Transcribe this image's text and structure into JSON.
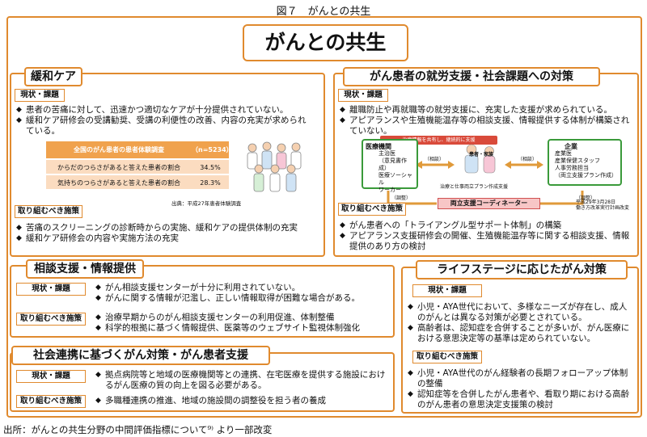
{
  "figure_caption": "図７　がんとの共生",
  "main_title": "がんとの共生",
  "tags": {
    "current": "現状・課題",
    "measures": "取り組むべき施策"
  },
  "palliative": {
    "title": "緩和ケア",
    "current": [
      "患者の苦痛に対して、迅速かつ適切なケアが十分提供されていない。",
      "緩和ケア研修会の受講勧奨、受講の利便性の改善、内容の充実が求められている。"
    ],
    "survey": {
      "header": "全国のがん患者の患者体験調査",
      "n": "（n=5234）",
      "rows": [
        {
          "label": "からだのつらさがあると答えた患者の割合",
          "value": "34.5%"
        },
        {
          "label": "気持ちのつらさがあると答えた患者の割合",
          "value": "28.3%"
        }
      ],
      "source": "出典：平成27年患者体験調査"
    },
    "measures": [
      "苦痛のスクリーニングの診断時からの実施、緩和ケアの提供体制の充実",
      "緩和ケア研修会の内容や実施方法の充実"
    ]
  },
  "employment": {
    "title": "がん患者の就労支援・社会課題への対策",
    "current": [
      "離職防止や再就職等の就労支援に、充実した支援が求められている。",
      "アピアランスや生殖機能温存等の相談支援、情報提供する体制が構築されていない。"
    ],
    "diagram": {
      "ribbon": "治療情報を共有し、継続的に支援",
      "medical_title": "医療機関",
      "medical_items": [
        "主治医",
        "（意見書作成）",
        "医療ソーシャル",
        "ワーカー"
      ],
      "patient_label": "患者・家族",
      "consult_left": "（相談）",
      "consult_right": "（相談）",
      "company_title": "企業",
      "company_items": [
        "産業医",
        "産業保健スタッフ",
        "人事労務担当",
        "（両立支援プラン作成）"
      ],
      "plan_note": "治療と仕事両立プラン作成支援",
      "adjust_left": "（調整）",
      "adjust_right": "（調整）",
      "coordinator": "両立支援コーディネーター",
      "date_note": [
        "平成29年3月28日",
        "働き方改革実行計画改変"
      ]
    },
    "measures": [
      "がん患者への「トライアングル型サポート体制」の構築",
      "アピアランス支援研修会の開催、生殖機能温存等に関する相談支援、情報提供のあり方の検討"
    ]
  },
  "consultation": {
    "title": "相談支援・情報提供",
    "current": [
      "がん相談支援センターが十分に利用されていない。",
      "がんに関する情報が氾濫し、正しい情報取得が困難な場合がある。"
    ],
    "measures": [
      "治療早期からのがん相談支援センターの利用促進、体制整備",
      "科学的根拠に基づく情報提供、医薬等のウェブサイト監視体制強化"
    ]
  },
  "social": {
    "title": "社会連携に基づくがん対策・がん患者支援",
    "current": [
      "拠点病院等と地域の医療機関等との連携、在宅医療を提供する施設におけるがん医療の質の向上を図る必要がある。"
    ],
    "measures": [
      "多職種連携の推進、地域の施設間の調整役を担う者の養成"
    ]
  },
  "lifestage": {
    "title": "ライフステージに応じたがん対策",
    "current": [
      "小児・AYA世代において、多様なニーズが存在し、成人のがんとは異なる対策が必要とされている。",
      "高齢者は、認知症を合併することが多いが、がん医療における意思決定等の基準は定められていない。"
    ],
    "measures": [
      "小児・AYA世代のがん経験者の長期フォローアップ体制の整備",
      "認知症等を合併したがん患者や、看取り期における高齢のがん患者の意思決定支援策の検討"
    ]
  },
  "footer": "出所：がんとの共生分野の中間評価指標について⁹⁾ より一部改変"
}
